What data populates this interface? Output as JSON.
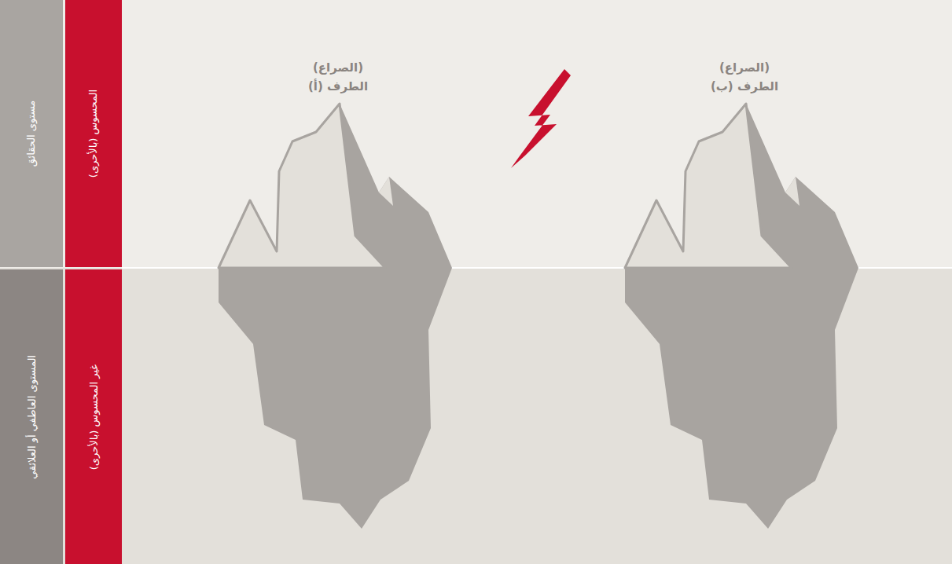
{
  "diagram": {
    "nodes": [
      {
        "text": [
          "مستوى الحقائق"
        ]
      },
      {
        "text": [
          "المستوى العاطفي أو العلائقي"
        ]
      },
      {
        "text": [
          "(بالأحرى) المحسوس"
        ]
      },
      {
        "text": [
          "(بالأحرى) غير المحسوس"
        ]
      },
      {
        "text": [
          "(الصراع)",
          "الطرف (أ)"
        ]
      },
      {
        "text": [
          "(الصراع)",
          "الطرف (ب)"
        ]
      }
    ]
  }
}
